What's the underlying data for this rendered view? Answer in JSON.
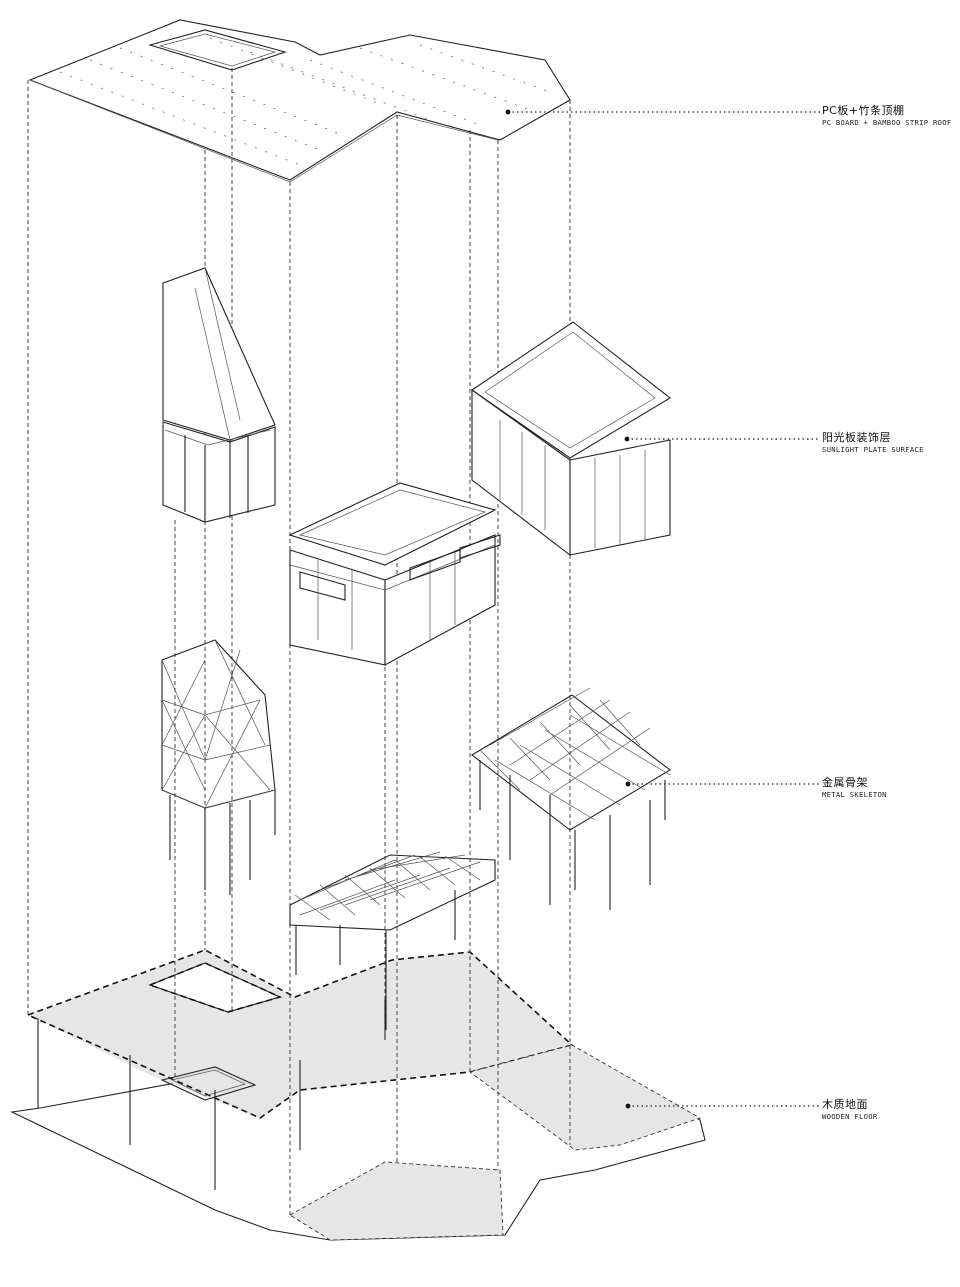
{
  "annotations": [
    {
      "zh": "PC板+竹条顶棚",
      "en": "PC BOARD + BAMBOO STRIP ROOF"
    },
    {
      "zh": "阳光板装饰层",
      "en": "SUNLIGHT PLATE SURFACE"
    },
    {
      "zh": "金属骨架",
      "en": "METAL SKELETON"
    },
    {
      "zh": "木质地面",
      "en": "WOODEN FLOOR"
    }
  ]
}
